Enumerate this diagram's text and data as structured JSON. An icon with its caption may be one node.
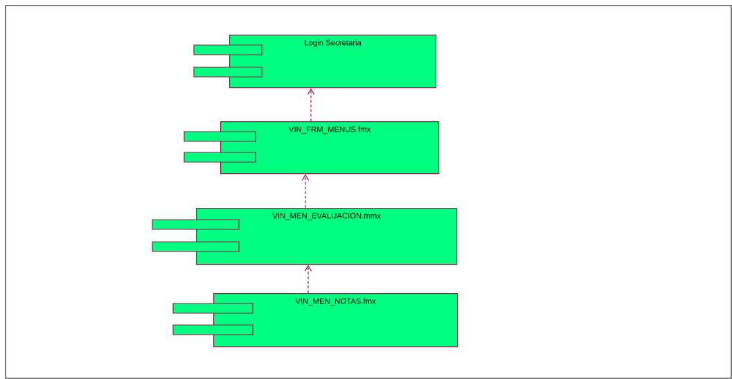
{
  "diagram": {
    "nodes": [
      {
        "text": [
          "Login Secretaria"
        ]
      },
      {
        "text": [
          "VIN_FRM_MENUS.fmx"
        ]
      },
      {
        "text": [
          "VIN_MEN_EVALUACION.mmx"
        ]
      },
      {
        "text": [
          "VIN_MEN_NOTAS.fmx"
        ]
      }
    ],
    "edges": [
      {
        "from": 1,
        "to": 0,
        "arrow": "to",
        "style": "dashed"
      },
      {
        "from": 2,
        "to": 1,
        "arrow": "to",
        "style": "dashed"
      },
      {
        "from": 3,
        "to": 2,
        "arrow": "to",
        "style": "dashed"
      }
    ]
  }
}
